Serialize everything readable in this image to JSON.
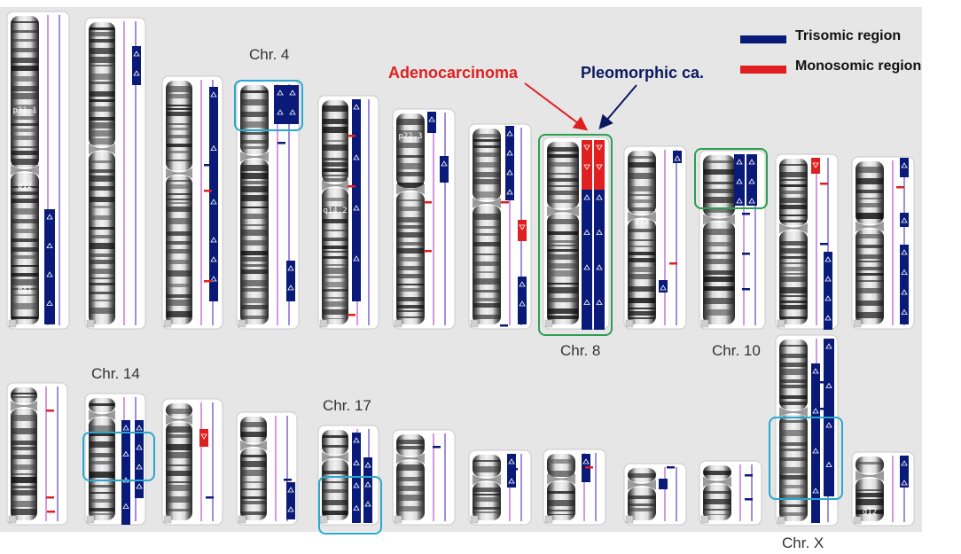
{
  "labels": {
    "chr4": "Chr. 4",
    "chr8": "Chr. 8",
    "chr10": "Chr. 10",
    "chr14": "Chr. 14",
    "chr17": "Chr. 17",
    "chrX": "Chr. X"
  },
  "annotations": {
    "adenocarcinoma": "Adenocarcinoma",
    "pleomorphic": "Pleomorphic ca."
  },
  "legend": [
    {
      "label": "Trisomic region",
      "color": "#0a1a78"
    },
    {
      "label": "Monosomic region",
      "color": "#e02020"
    }
  ],
  "band_text": {
    "chr1_p": "p31.1",
    "chr1_c": "q12",
    "chr1_q": "q41",
    "chr5": "q14.2",
    "chr6": "p22.3",
    "chr9": "q12",
    "chrY": "q12"
  },
  "colors": {
    "trisomic": "#0a1a78",
    "monosomic": "#e02020",
    "box_blue": "#28a8d0",
    "box_green": "#2aa050",
    "adeno_text": "#e02020",
    "pleo_text": "#0a1a60"
  }
}
